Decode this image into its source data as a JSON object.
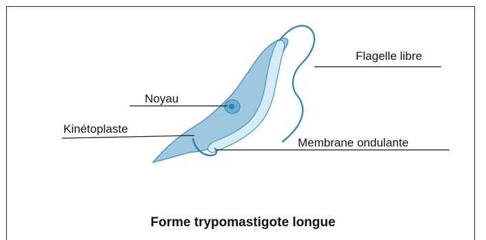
{
  "labels": {
    "flagelle": "Flagelle libre",
    "noyau": "Noyau",
    "kinetoplaste": "Kinétoplaste",
    "membrane": "Membrane ondulante"
  },
  "caption": "Forme trypomastigote longue",
  "colors": {
    "body_fill": "#9dc8df",
    "body_stroke": "#4a8fb8",
    "membrane_fill": "#d4ecf6",
    "flagellum": "#2f7eae",
    "nucleus": "#2f7eae"
  }
}
